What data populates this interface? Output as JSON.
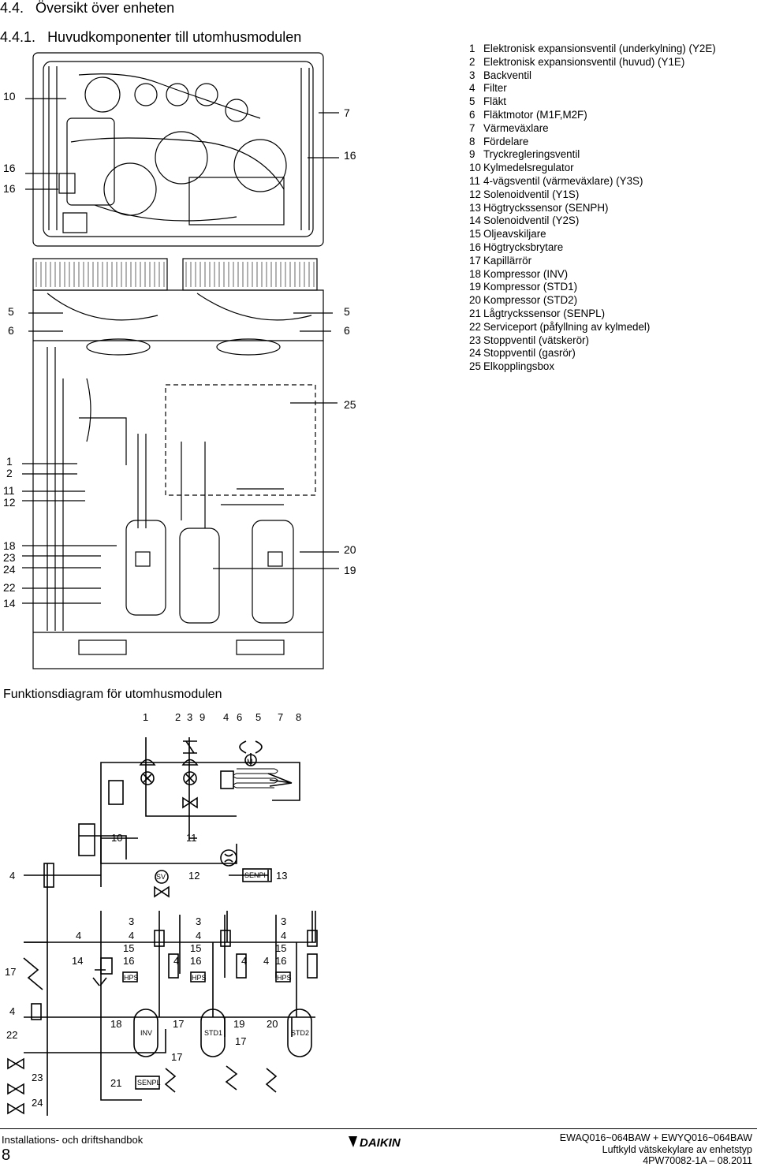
{
  "section": {
    "number": "4.4.",
    "title": "Översikt över enheten"
  },
  "subsection": {
    "number": "4.4.1.",
    "title": "Huvudkomponenter till utomhusmodulen"
  },
  "legend": [
    {
      "num": "1",
      "text": "Elektronisk expansionsventil (underkylning) (Y2E)"
    },
    {
      "num": "2",
      "text": "Elektronisk expansionsventil (huvud) (Y1E)"
    },
    {
      "num": "3",
      "text": "Backventil"
    },
    {
      "num": "4",
      "text": "Filter"
    },
    {
      "num": "5",
      "text": "Fläkt"
    },
    {
      "num": "6",
      "text": "Fläktmotor (M1F,M2F)"
    },
    {
      "num": "7",
      "text": "Värmeväxlare"
    },
    {
      "num": "8",
      "text": "Fördelare"
    },
    {
      "num": "9",
      "text": "Tryckregleringsventil"
    },
    {
      "num": "10",
      "text": "Kylmedelsregulator"
    },
    {
      "num": "11",
      "text": "4-vägsventil (värmeväxlare) (Y3S)"
    },
    {
      "num": "12",
      "text": "Solenoidventil (Y1S)"
    },
    {
      "num": "13",
      "text": "Högtryckssensor (SENPH)"
    },
    {
      "num": "14",
      "text": "Solenoidventil (Y2S)"
    },
    {
      "num": "15",
      "text": "Oljeavskiljare"
    },
    {
      "num": "16",
      "text": "Högtrycksbrytare"
    },
    {
      "num": "17",
      "text": "Kapillärrör"
    },
    {
      "num": "18",
      "text": "Kompressor (INV)"
    },
    {
      "num": "19",
      "text": "Kompressor (STD1)"
    },
    {
      "num": "20",
      "text": "Kompressor (STD2)"
    },
    {
      "num": "21",
      "text": "Lågtryckssensor (SENPL)"
    },
    {
      "num": "22",
      "text": "Serviceport (påfyllning av kylmedel)"
    },
    {
      "num": "23",
      "text": "Stoppventil (vätskerör)"
    },
    {
      "num": "24",
      "text": "Stoppventil (gasrör)"
    },
    {
      "num": "25",
      "text": "Elkopplingsbox"
    }
  ],
  "drawing_callouts": {
    "top_left": [
      "10",
      "16",
      "16"
    ],
    "top_right": [
      "7",
      "16"
    ],
    "fan_left": [
      "5",
      "6"
    ],
    "fan_right": [
      "5",
      "6"
    ],
    "box": "25",
    "lower_left": [
      "1",
      "2",
      "11",
      "12",
      "18",
      "23",
      "24",
      "22",
      "14"
    ],
    "lower_right": [
      "20",
      "19"
    ]
  },
  "function_diagram": {
    "title": "Funktionsdiagram för utomhusmodulen",
    "top_labels": [
      "1",
      "2",
      "3",
      "9",
      "4",
      "6",
      "5",
      "7",
      "8"
    ],
    "labels": {
      "n10": "10",
      "n11": "11",
      "n4a": "4",
      "n12": "12",
      "n13": "13",
      "sv": "SV",
      "senph": "SENPH",
      "motor": "M",
      "n3": "3",
      "n4": "4",
      "n15": "15",
      "n16": "16",
      "n14": "14",
      "n17": "17",
      "n22": "22",
      "n23": "23",
      "n24": "24",
      "n18": "18",
      "n19": "19",
      "n20": "20",
      "n21": "21",
      "hps": "HPS",
      "inv": "INV",
      "std1": "STD1",
      "std2": "STD2",
      "senpl": "SENPL"
    }
  },
  "footer": {
    "manual": "Installations- och driftshandbok",
    "page": "8",
    "brand": "DAIKIN",
    "model": "EWAQ016~064BAW + EWYQ016~064BAW",
    "type": "Luftkyld vätskekylare av enhetstyp",
    "doc": "4PW70082-1A – 08.2011"
  },
  "colors": {
    "ink": "#000000",
    "paper": "#ffffff",
    "shade": "#dcdcdc"
  }
}
